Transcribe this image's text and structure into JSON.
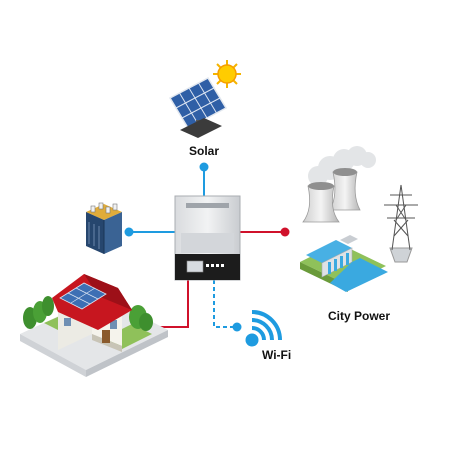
{
  "labels": {
    "solar": "Solar",
    "city_power": "City Power",
    "wifi": "Wi-Fi"
  },
  "colors": {
    "dc_line": "#1e9be0",
    "ac_line": "#d0112b",
    "node": "#1e9be0",
    "ac_node": "#d0112b",
    "inverter_body": "#e4e6e8",
    "inverter_base": "#1c1c1c",
    "roof_red": "#c7161f",
    "solar_panel": "#3d6fb4",
    "water": "#3aa9e0",
    "text": "#111111"
  },
  "icons": {
    "solar": "solar-panel-with-sun",
    "battery": "battery-bank",
    "inverter": "hybrid-inverter",
    "city_power": "power-plant-with-dam-and-pylon",
    "home": "house-with-rooftop-solar",
    "wifi": "wifi-signal-icon"
  }
}
